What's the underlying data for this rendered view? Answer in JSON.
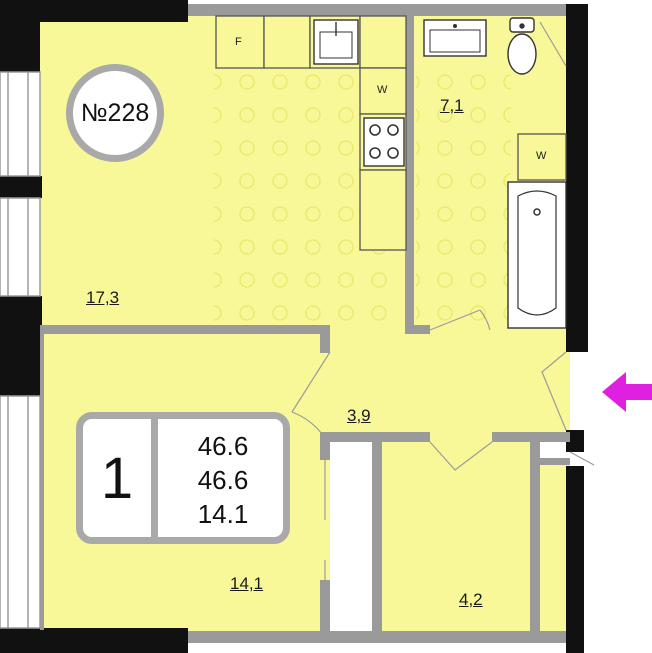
{
  "apartment": {
    "number": "№228"
  },
  "summary": {
    "rooms": "1",
    "total_area": "46.6",
    "living_area_1": "46.6",
    "kitchen_area": "14.1"
  },
  "rooms": {
    "kitchen_living": "17,3",
    "bathroom": "7,1",
    "hall": "3,9",
    "bedroom": "14,1",
    "storage": "4,2"
  },
  "appliances": {
    "fridge": "F",
    "washer_kitchen": "W",
    "washer_bath": "W"
  },
  "colors": {
    "floor": "#f8f899",
    "wall": "#9a9a9a",
    "outer_wall": "#111111",
    "arrow": "#e020e0",
    "dots": "#e2e25e"
  },
  "icons": [
    "sink-icon",
    "stove-icon",
    "toilet-icon",
    "bathtub-icon",
    "entry-arrow-icon"
  ]
}
